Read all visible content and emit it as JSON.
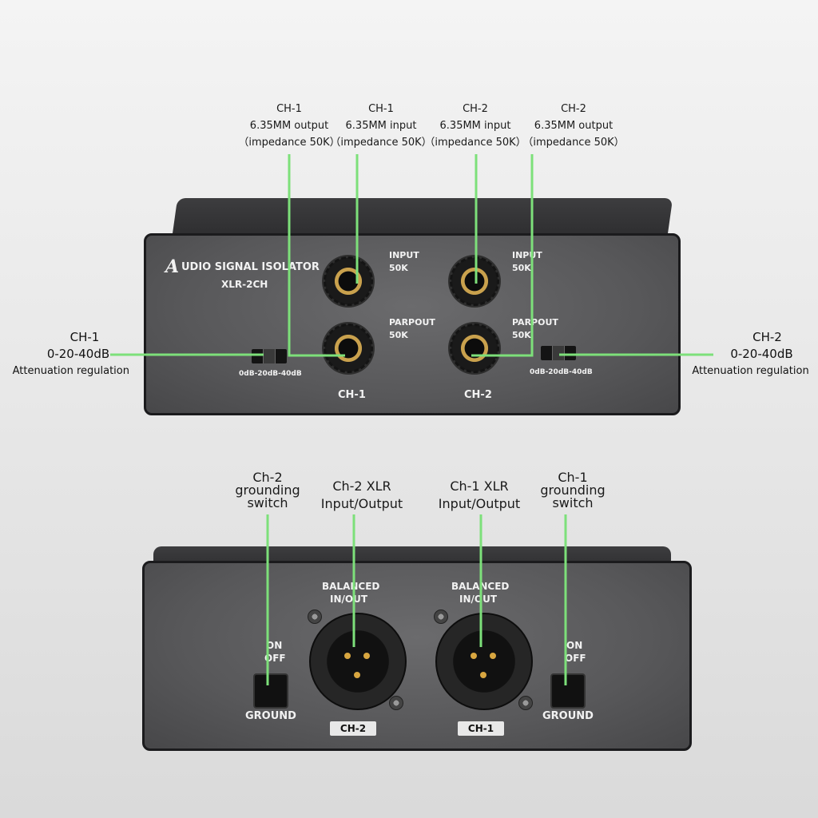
{
  "top_callouts": [
    {
      "ch": "CH-1",
      "spec": "6.35MM output",
      "imp": "（impedance 50K）"
    },
    {
      "ch": "CH-1",
      "spec": "6.35MM input",
      "imp": "（impedance 50K）"
    },
    {
      "ch": "CH-2",
      "spec": "6.35MM input",
      "imp": "（impedance 50K）"
    },
    {
      "ch": "CH-2",
      "spec": "6.35MM output",
      "imp": "（impedance 50K）"
    }
  ],
  "side_callouts": {
    "left": {
      "ch": "CH-1",
      "range": "0-20-40dB",
      "desc": "Attenuation regulation"
    },
    "right": {
      "ch": "CH-2",
      "range": "0-20-40dB",
      "desc": "Attenuation regulation"
    }
  },
  "front_panel": {
    "brand_initial": "A",
    "brand": "UDIO SIGNAL ISOLATOR",
    "model": "XLR-2CH",
    "input_label": "INPUT",
    "input_imp": "50K",
    "output_label": "PARPOUT",
    "output_imp": "50K",
    "attenuation_scale": "0dB-20dB-40dB",
    "ch1_label": "CH-1",
    "ch2_label": "CH-2"
  },
  "bottom_callouts": [
    {
      "line1": "Ch-2",
      "line2": "grounding",
      "line3": "switch"
    },
    {
      "line1": "Ch-2 XLR",
      "line2": "Input/Output"
    },
    {
      "line1": "Ch-1 XLR",
      "line2": "Input/Output"
    },
    {
      "line1": "Ch-1",
      "line2": "grounding",
      "line3": "switch"
    }
  ],
  "rear_panel": {
    "balanced_line1": "BALANCED",
    "balanced_line2": "IN/OUT",
    "on_label": "ON",
    "off_label": "OFF",
    "ground_label": "GROUND",
    "ch2_badge": "CH-2",
    "ch1_badge": "CH-1"
  },
  "colors": {
    "callout_line": "#7de07a",
    "panel": "#5a5a5c",
    "gold": "#c9a14d"
  }
}
